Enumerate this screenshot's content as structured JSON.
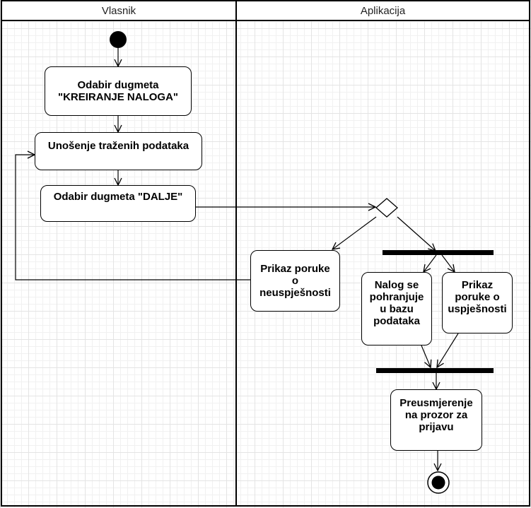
{
  "swimlanes": [
    {
      "id": "owner",
      "label": "Vlasnik"
    },
    {
      "id": "app",
      "label": "Aplikacija"
    }
  ],
  "activities": {
    "select_create": "Odabir dugmeta\n\"KREIRANJE NALOGA\"",
    "enter_data": "Unošenje traženih podataka",
    "select_next": "Odabir dugmeta \"DALJE\"",
    "failure_msg": "Prikaz poruke\no\nneuspješnosti",
    "save_account": "Nalog se\npohranjuje\nu bazu\npodataka",
    "success_msg": "Prikaz\nporuke o\nuspješnosti",
    "redirect": "Preusmjerenje\nna prozor za\nprijavu"
  },
  "colors": {
    "line": "#000000",
    "grid": "#e4e4e4",
    "background": "#ffffff"
  }
}
